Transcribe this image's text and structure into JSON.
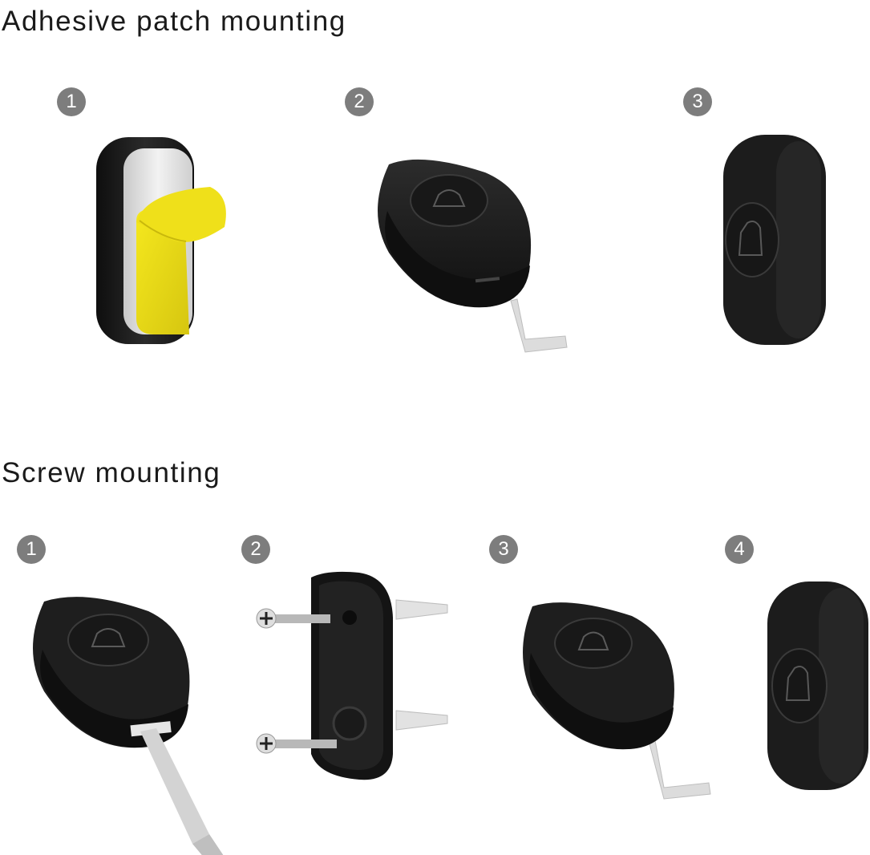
{
  "sections": {
    "adhesive": {
      "title": "Adhesive patch mounting",
      "steps": [
        "1",
        "2",
        "3"
      ]
    },
    "screw": {
      "title": "Screw mounting",
      "steps": [
        "1",
        "2",
        "3",
        "4"
      ]
    }
  },
  "colors": {
    "badge": "#7d7d7d",
    "device": "#1c1c1c",
    "adhesive": "#f2e01a",
    "backing": "#d9d9d9"
  },
  "icons": [
    "bell-icon",
    "screw-icon",
    "wall-anchor-icon",
    "screwdriver-icon",
    "pull-tab-icon"
  ]
}
